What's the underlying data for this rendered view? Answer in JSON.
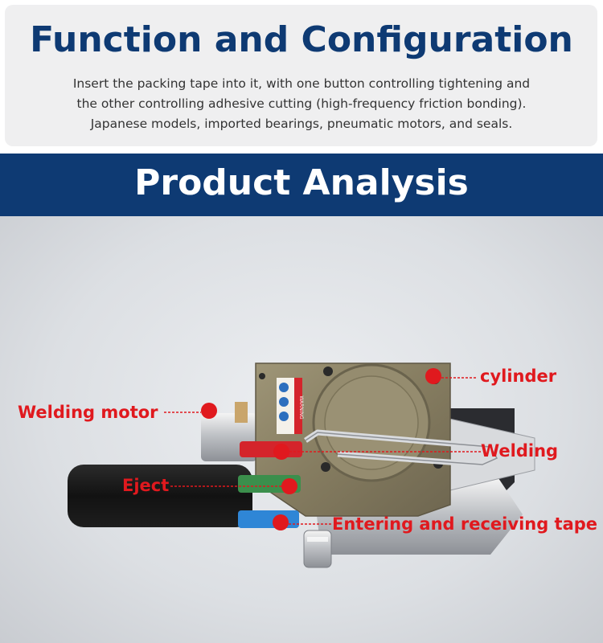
{
  "header": {
    "title": "Function and Configuration",
    "description_lines": [
      "Insert the packing tape into it, with one button controlling tightening and",
      "the other controlling adhesive cutting (high-frequency friction bonding).",
      "Japanese models, imported bearings, pneumatic motors, and seals."
    ]
  },
  "banner": {
    "title": "Product Analysis"
  },
  "machine": {
    "warning_text": "WARNING"
  },
  "callouts": {
    "cylinder": "cylinder",
    "welding_motor": "Welding motor",
    "welding": "Welding",
    "eject": "Eject",
    "entering_tape": "Entering and receiving tape"
  },
  "colors": {
    "brand_blue": "#0e3a73",
    "callout_red": "#e0191e",
    "lever_red": "#d4242b",
    "lever_green": "#3b8f4c",
    "lever_blue": "#2f86d6",
    "machine_body": "#8c8366"
  }
}
